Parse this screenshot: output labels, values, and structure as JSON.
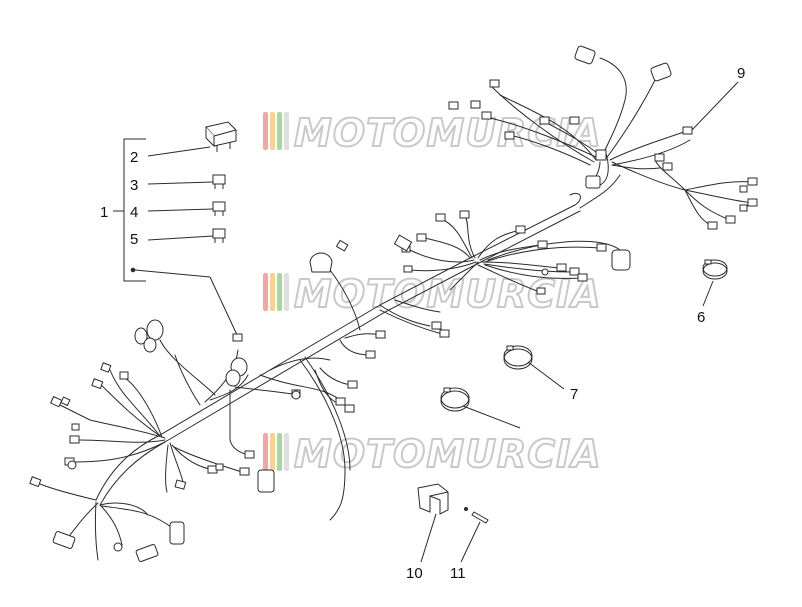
{
  "diagram": {
    "callouts": {
      "item_1": "1",
      "item_2": "2",
      "item_3": "3",
      "item_4": "4",
      "item_5": "5",
      "item_6": "6",
      "item_7": "7",
      "item_9": "9",
      "item_10": "10",
      "item_11": "11"
    },
    "watermark": {
      "text": "MOTOMURCIA",
      "stripe_colors": [
        "#f2a7a7",
        "#f6d58a",
        "#a8d8a0",
        "#e0e0e0"
      ]
    },
    "line_color": "#2b2b2b"
  }
}
